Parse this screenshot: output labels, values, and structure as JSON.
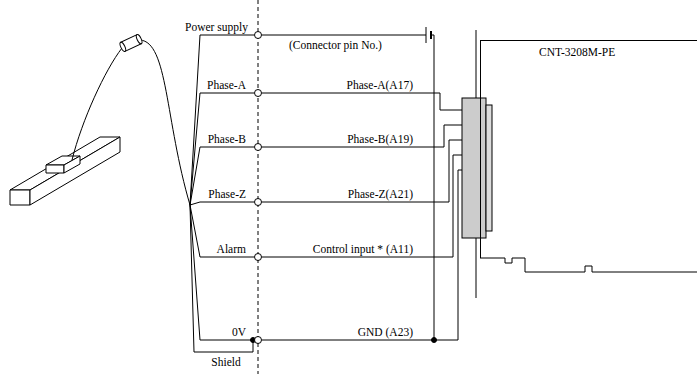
{
  "diagram": {
    "nodes": [
      {
        "text": [
          "CNT-3208M-PE"
        ]
      }
    ],
    "labels": [
      "Power supply",
      "Phase-A",
      "Phase-B",
      "Phase-Z",
      "Alarm",
      "0V",
      "Shield",
      "(Connector pin No.)",
      "Phase-A(A17)",
      "Phase-B(A19)",
      "Phase-Z(A21)",
      "Control input * (A11)",
      "GND (A23)"
    ]
  }
}
